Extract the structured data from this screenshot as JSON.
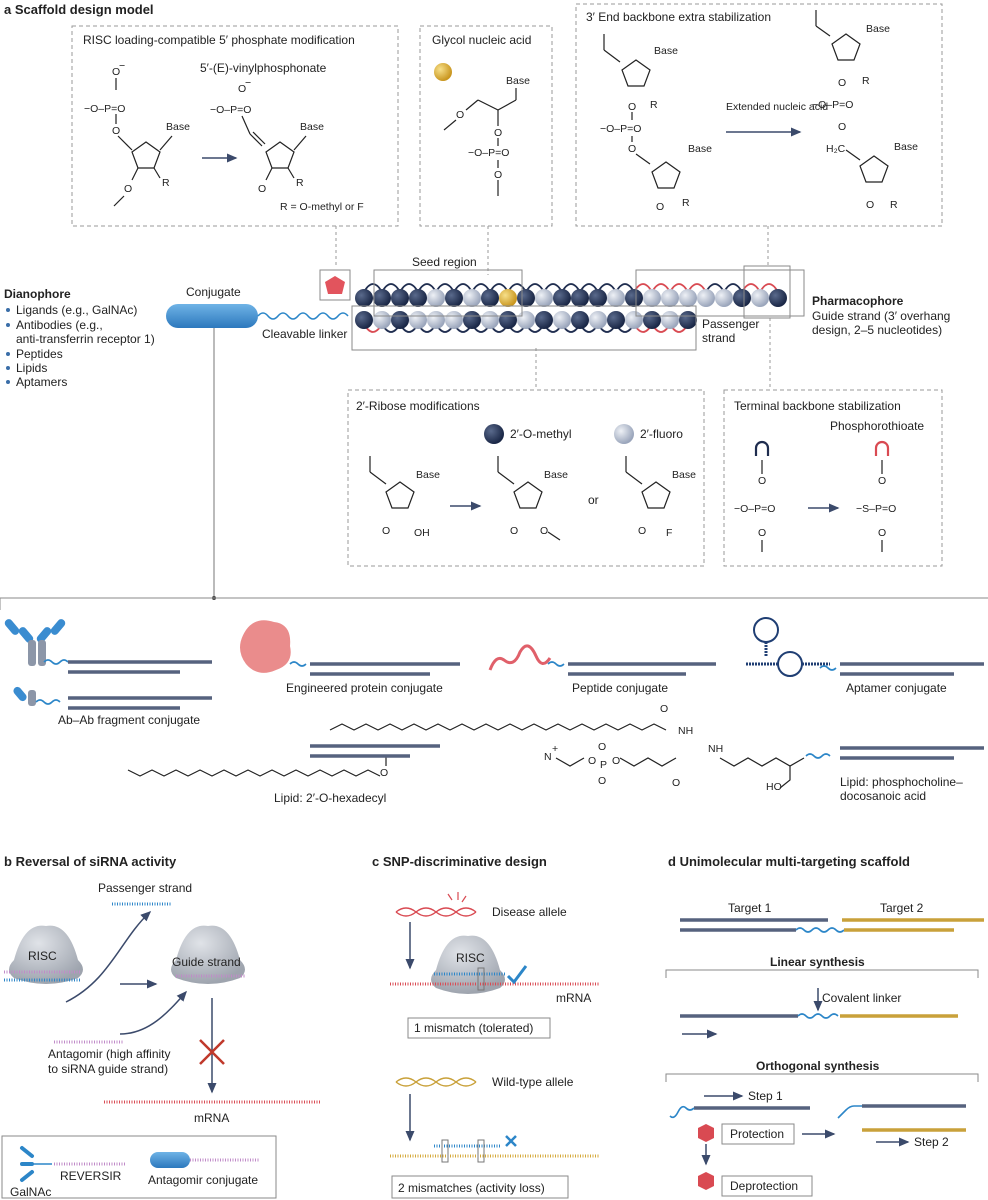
{
  "panel_a": {
    "letter": "a",
    "title": "Scaffold design model",
    "box_risc": "RISC loading-compatible 5′ phosphate modification",
    "vinylphosphonate": "5′-(E)-vinylphosphonate",
    "r_def": "R = O-methyl or F",
    "box_gna": "Glycol nucleic acid",
    "box_3end": "3′ End backbone extra stabilization",
    "extended_na": "Extended nucleic acid",
    "base": "Base",
    "r": "R",
    "seed_region": "Seed region",
    "conjugate": "Conjugate",
    "cleavable_linker": "Cleavable linker",
    "dianophore": "Dianophore",
    "dianophore_items": [
      "Ligands (e.g., GalNAc)",
      "Antibodies (e.g.,",
      "anti-transferrin receptor 1)",
      "Peptides",
      "Lipids",
      "Aptamers"
    ],
    "pharmacophore": "Pharmacophore",
    "pharmacophore_desc1": "Guide strand (3′ overhang",
    "pharmacophore_desc2": "design, 2–5 nucleotides)",
    "passenger1": "Passenger",
    "passenger2": "strand",
    "ribose_title": "2′-Ribose modifications",
    "omethyl": "2′-O-methyl",
    "fluoro": "2′-fluoro",
    "or": "or",
    "oh": "OH",
    "f": "F",
    "terminal_title": "Terminal backbone stabilization",
    "phosphorothioate": "Phosphorothioate",
    "conj_engineered": "Engineered protein conjugate",
    "conj_peptide": "Peptide conjugate",
    "conj_aptamer": "Aptamer conjugate",
    "conj_ab": "Ab–Ab fragment conjugate",
    "conj_lipid1": "Lipid: 2′-O-hexadecyl",
    "conj_lipid2a": "Lipid: phosphocholine–",
    "conj_lipid2b": "docosanoic acid"
  },
  "panel_b": {
    "letter": "b",
    "title": "Reversal of siRNA activity",
    "passenger": "Passenger strand",
    "risc": "RISC",
    "guide": "Guide strand",
    "antagomir1": "Antagomir (high affinity",
    "antagomir2": "to siRNA guide strand)",
    "mrna": "mRNA",
    "reversir": "REVERSIR",
    "galnac": "GalNAc",
    "antagomir_conj": "Antagomir conjugate"
  },
  "panel_c": {
    "letter": "c",
    "title": "SNP-discriminative design",
    "disease": "Disease allele",
    "risc": "RISC",
    "mrna": "mRNA",
    "mismatch1": "1 mismatch (tolerated)",
    "wildtype": "Wild-type allele",
    "mismatch2": "2 mismatches (activity loss)"
  },
  "panel_d": {
    "letter": "d",
    "title": "Unimolecular multi-targeting scaffold",
    "target1": "Target 1",
    "target2": "Target 2",
    "linear": "Linear synthesis",
    "covalent": "Covalent linker",
    "orthogonal": "Orthogonal synthesis",
    "step1": "Step 1",
    "protection": "Protection",
    "step2": "Step 2",
    "deprotection": "Deprotection"
  },
  "colors": {
    "navy": "#1f2d4f",
    "light_nuc": "#b9c2d3",
    "gold": "#e3b73a",
    "red": "#d94a52",
    "blue": "#2c86c8",
    "strand": "#56627e"
  }
}
